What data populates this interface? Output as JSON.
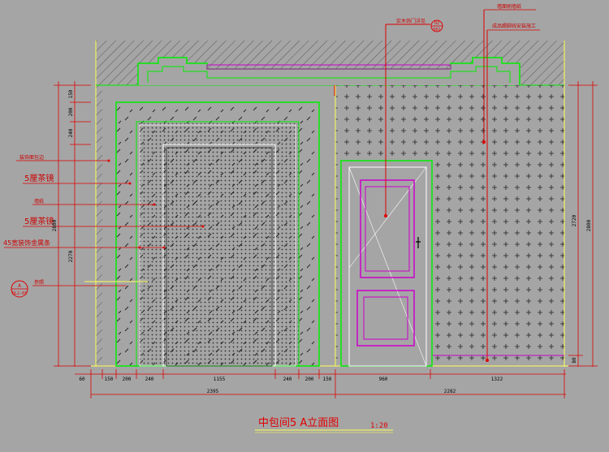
{
  "drawing": {
    "title": "中包间5 A立面图",
    "scale": "1:20"
  },
  "callouts_left": [
    {
      "id": "c1",
      "text": "装饰面包边"
    },
    {
      "id": "c2",
      "text": "5厘茶镜"
    },
    {
      "id": "c3",
      "text": "墙纸"
    },
    {
      "id": "c4",
      "text": "5厘茶镜"
    },
    {
      "id": "c5",
      "text": "45宽装饰金属条"
    },
    {
      "id": "c6",
      "text": "参照"
    }
  ],
  "callouts_top": [
    {
      "id": "t1",
      "text": "实木饰门详见"
    },
    {
      "id": "t2",
      "text": "墙面刷墙纸"
    },
    {
      "id": "t3",
      "text": "成品踢脚线安装施工"
    }
  ],
  "section_marks": {
    "door_ref_top": "02",
    "door_ref_bottom": "D01",
    "left_ref_top": "A",
    "left_ref_bottom": "DL2-01"
  },
  "dims_bottom_segments": [
    "60",
    "150",
    "200",
    "240",
    "1155",
    "240",
    "200",
    "150",
    "960",
    "1322"
  ],
  "dims_bottom_totals": [
    "2395",
    "2282"
  ],
  "dims_left_segments": [
    "150",
    "200",
    "240"
  ],
  "dims_left_totals": [
    "2800",
    "2270"
  ],
  "dims_right": [
    "2720",
    "2800",
    "80"
  ],
  "colors": {
    "background": "#a5a5a5",
    "outline": "#00ee00",
    "door": "#cc00cc",
    "leader": "#e00000",
    "border": "#ffff55"
  }
}
